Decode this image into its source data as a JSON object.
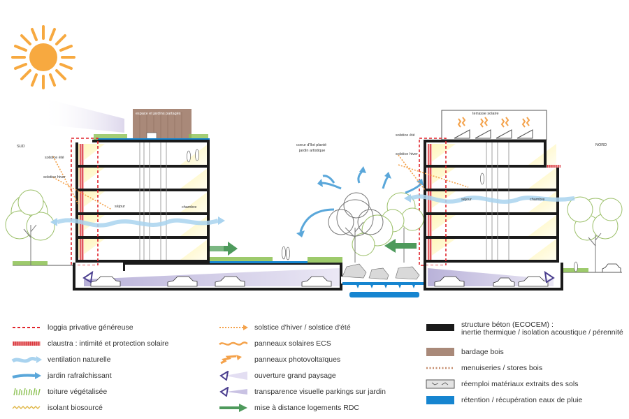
{
  "scene": {
    "label_south": "SUD",
    "label_north": "NORD",
    "label_shared_garden": "espace et jardins partagés",
    "label_solar_terrace": "terrasse solaire",
    "label_courtyard_l1": "coeur d'îlot planté",
    "label_courtyard_l2": "jardin artistique",
    "label_summer_solstice": "solstice été",
    "label_winter_solstice": "solstice hiver",
    "label_living": "séjour",
    "label_bedroom": "chambre"
  },
  "legend": {
    "col1": [
      {
        "icon": "loggia-dashed-red-icon",
        "label": "loggia privative généreuse"
      },
      {
        "icon": "claustra-red-band-icon",
        "label": "claustra : intimité et protection solaire"
      },
      {
        "icon": "ventilation-wave-light-blue-icon",
        "label": "ventilation naturelle"
      },
      {
        "icon": "cooling-arrow-blue-icon",
        "label": "jardin rafraîchissant"
      },
      {
        "icon": "green-roof-grass-icon",
        "label": "toiture végétalisée"
      },
      {
        "icon": "biosourced-insulation-zigzag-icon",
        "label": "isolant biosourcé"
      }
    ],
    "col2": [
      {
        "icon": "solstice-dotted-arrow-icon",
        "label": "solstice d'hiver / solstice d'été"
      },
      {
        "icon": "solar-panel-ecs-wave-icon",
        "label": "panneaux solaires ECS"
      },
      {
        "icon": "photovoltaic-arrow-icon",
        "label": "panneaux photovoltaïques"
      },
      {
        "icon": "wide-view-opening-icon",
        "label": "ouverture grand paysage"
      },
      {
        "icon": "parking-transparency-icon",
        "label": "transparence visuelle parkings sur jardin"
      },
      {
        "icon": "green-double-arrow-icon",
        "label": "mise à distance logements RDC"
      }
    ],
    "col3": [
      {
        "icon": "concrete-structure-black-icon",
        "label": "structure béton (ECOCEM) :",
        "label2": "inertie thermique / isolation acoustique / pérennité"
      },
      {
        "icon": "wood-cladding-brown-icon",
        "label": "bardage bois"
      },
      {
        "icon": "wood-joinery-dotted-icon",
        "label": "menuiseries / stores bois"
      },
      {
        "icon": "reused-soil-materials-icon",
        "label": "réemploi matériaux extraits des sols"
      },
      {
        "icon": "rainwater-retention-blue-icon",
        "label": "rétention / récupération eaux de pluie"
      }
    ]
  },
  "colors": {
    "structure": "#1a1a1a",
    "loggia_red": "#e0232b",
    "ventilation": "#a9d3ef",
    "cool_blue": "#5aa7da",
    "green_roof": "#8cc152",
    "orange": "#f4a24b",
    "wood": "#a98979",
    "purple": "#4b3f8f",
    "rain_blue": "#1685d0",
    "green_arrow": "#4e9a5c"
  }
}
